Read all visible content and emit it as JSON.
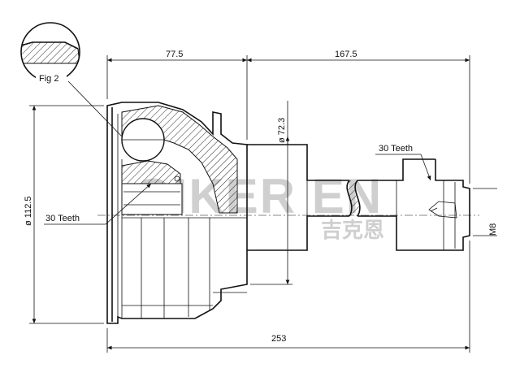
{
  "drawing": {
    "dimensions": {
      "cup_length": "77.5",
      "shaft_length": "167.5",
      "total_length": "253",
      "outer_diameter": "ø 112.5",
      "shaft_diameter": "ø 72.3",
      "thread": "M8"
    },
    "labels": {
      "inner_teeth": "30 Teeth",
      "outer_teeth": "30 Teeth",
      "detail_ref": "Fig 2"
    },
    "watermark": {
      "text": "GIKER EN",
      "subtext": "吉克恩"
    }
  }
}
